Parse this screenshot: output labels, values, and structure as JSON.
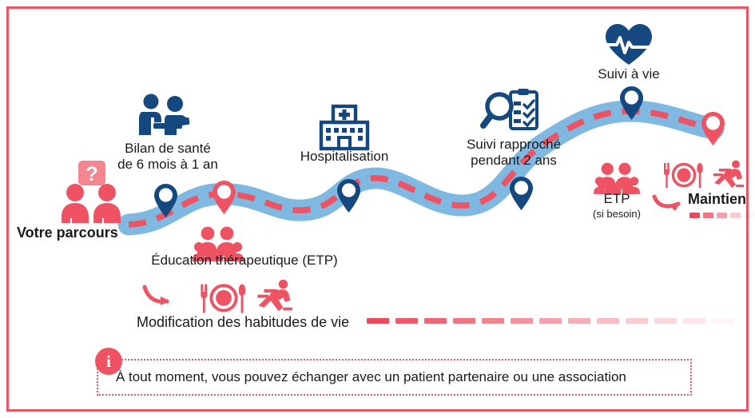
{
  "meta": {
    "title": "Parcours de soins du patient",
    "colors": {
      "frame_border": "#ef5262",
      "red": "#ef5262",
      "red_dark": "#eb4a5c",
      "pink_light": "#f4868f",
      "blue_dark": "#14487f",
      "road_blue": "#7fb8e0",
      "text": "#1a1a1a"
    }
  },
  "start": {
    "label": "Votre parcours",
    "icon": "two-people-question-icon",
    "badge": "?"
  },
  "milestones": [
    {
      "id": "bilan",
      "label": "Bilan de santé\nde 6 mois à 1 an",
      "icon": "consultation-icon",
      "pin_color": "blue"
    },
    {
      "id": "etp",
      "label": "Éducation thérapeutique (ETP)",
      "icon": "family-group-icon",
      "pin_color": "red"
    },
    {
      "id": "hospitalisation",
      "label": "Hospitalisation",
      "icon": "hospital-icon",
      "pin_color": "blue"
    },
    {
      "id": "suivi-rapproche",
      "label": "Suivi rapproché\npendant 2 ans",
      "icon": "magnifier-checklist-icon",
      "pin_color": "blue"
    },
    {
      "id": "suivi-a-vie",
      "label": "Suivi à vie",
      "icon": "heart-pulse-icon",
      "pin_color": "blue"
    }
  ],
  "lifestyle_lower": {
    "label": "Modification des habitudes de vie",
    "icons": [
      "curved-arrow-icon",
      "plate-cutlery-icon",
      "running-person-icon"
    ],
    "fade_bar_segments": 13
  },
  "etp_optional": {
    "label": "ETP",
    "sublabel": "(si besoin)",
    "icon": "family-group-icon"
  },
  "maintien": {
    "label": "Maintien",
    "icons": [
      "curved-arrow-icon",
      "plate-cutlery-icon",
      "running-person-icon"
    ],
    "fade_bar_segments": 5
  },
  "footer_note": {
    "icon": "info-icon",
    "icon_glyph": "i",
    "text": "À tout moment, vous pouvez échanger avec un patient partenaire ou une association"
  }
}
